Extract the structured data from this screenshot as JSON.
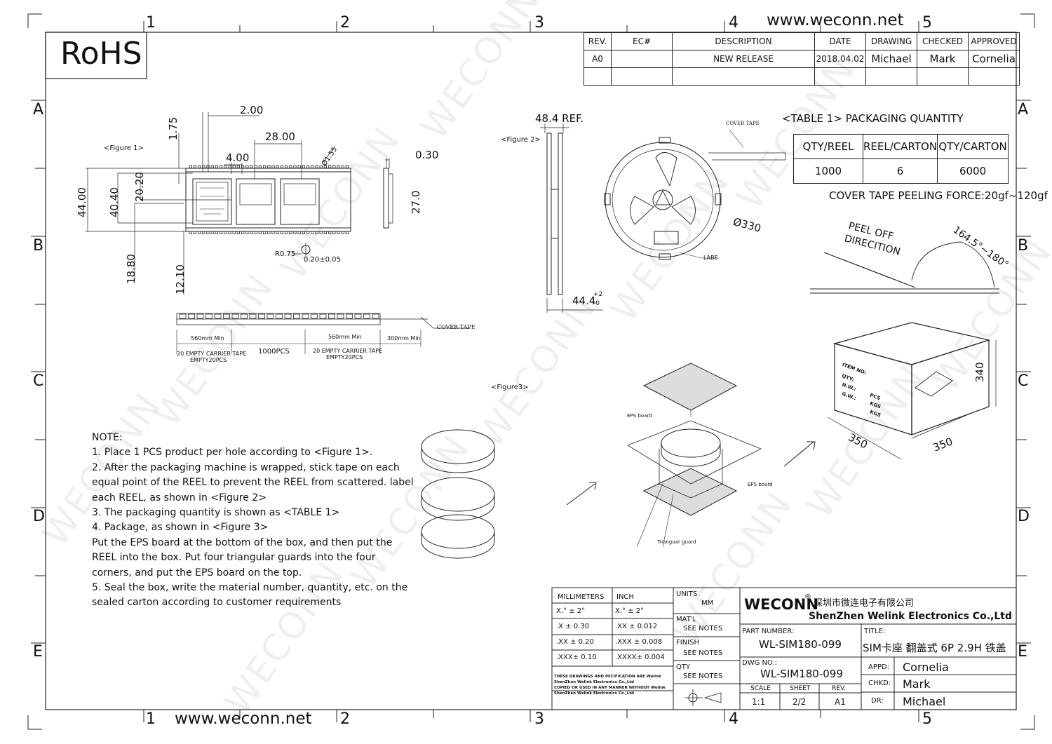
{
  "header": {
    "rohs": "RoHS",
    "website_top": "www.weconn.net",
    "website_bottom": "www.weconn.net",
    "watermark": "WECONN"
  },
  "border": {
    "cols": [
      "1",
      "2",
      "3",
      "4",
      "5"
    ],
    "rows": [
      "A",
      "B",
      "C",
      "D",
      "E"
    ]
  },
  "revision_table": {
    "headers": [
      "REV.",
      "EC#",
      "DESCRIPTION",
      "DATE",
      "DRAWING",
      "CHECKED",
      "APPROVED"
    ],
    "row": [
      "A0",
      "",
      "NEW RELEASE",
      "2018.04.02",
      "Michael",
      "Mark",
      "Cornelia"
    ]
  },
  "figure1": {
    "label": "<Figure 1>",
    "dims": {
      "d200": "2.00",
      "d175": "1.75",
      "d2800": "28.00",
      "d155": "Ø1.55",
      "d400": "4.00",
      "d030": "0.30",
      "d4400": "44.00",
      "d4040": "40.40",
      "d2020": "20.20",
      "d270": "27.0",
      "d1880": "18.80",
      "d1210": "12.10",
      "r075": "R0.75",
      "d020": "0.20±0.05"
    },
    "strip": {
      "cover_tape": "COVER  TAPE",
      "seg1_len": "560mm  Min",
      "seg1_desc1": "20 EMPTY CARRIER TAPE",
      "seg1_desc2": "EMPTY20PCS",
      "seg2_desc": "1000PCS",
      "seg3_len": "560mm  Min",
      "seg3_desc1": "20 EMPTY CARRIER TAPE",
      "seg3_desc2": "EMPTY20PCS",
      "seg4_len": "300mm  Min"
    }
  },
  "figure2": {
    "label": "<Figure 2>",
    "ref": "48.4 REF.",
    "width": "44.4",
    "tol_plus": "+2",
    "tol_minus": "-0",
    "cover_tape": "COVER  TAPE",
    "diameter": "Ø330",
    "labe": "LABE"
  },
  "table1": {
    "title": "<TABLE 1> PACKAGING QUANTITY",
    "headers": [
      "QTY/REEL",
      "REEL/CARTON",
      "QTY/CARTON"
    ],
    "values": [
      "1000",
      "6",
      "6000"
    ],
    "peel_force": "COVER TAPE PEELING FORCE:20gf~120gf",
    "peel_dir1": "PEEL OFF",
    "peel_dir2": "DIRECITION",
    "angle": "164.5°~180°"
  },
  "figure3": {
    "label": "<Figure3>",
    "eps_top": "EPS board",
    "eps_bottom": "EPS board",
    "guard": "Trianguar guard",
    "carton_h": "340",
    "carton_w1": "350",
    "carton_w2": "350",
    "box_labels": [
      "ITEM NO:",
      "QTY:",
      "N.W.:",
      "G.W.:"
    ],
    "box_units": [
      "PCS",
      "KGS",
      "KGS"
    ]
  },
  "notes": {
    "title": "NOTE:",
    "lines": [
      "1. Place 1 PCS product per hole according to <Figure 1>.",
      "2. After the packaging machine is wrapped, stick tape on each",
      "equal point of the REEL to prevent the REEL from scattered. label",
      "each REEL, as shown in <Figure 2>",
      "3. The packaging quantity is shown as <TABLE 1>",
      "4. Package, as shown in <Figure 3>",
      "Put the EPS board at the bottom of the box, and then put the",
      "REEL into the box. Put four triangular guards into the four",
      "corners, and put the EPS board on the top.",
      "5. Seal the box, write the material number, quantity, etc. on the",
      "sealed carton according to customer requirements"
    ]
  },
  "title_block": {
    "tol_head_mm": "MILLIMETERS",
    "tol_head_inch": "INCH",
    "tol_mm": [
      "X.°  ±  2°",
      ".X    ± 0.30",
      ".XX   ± 0.20",
      ".XXX±  0.10"
    ],
    "tol_inch": [
      "X.°  ±  2°",
      ".XX    ± 0.012",
      ".XXX    ± 0.008",
      ".XXXX± 0.004"
    ],
    "disclaimer": [
      "THESE DRAWINGS AND PECIFICATION  ARE Welink",
      "ShenZhen Welink Electronics Co.,Ltd",
      " COPIED OR USED IN ANY MANNER WITHOUT Welink",
      "ShenZhen Welink Electronics Co.,Ltd"
    ],
    "units_label": "UNITS",
    "units_value": "MM",
    "matl_label": "MAT'L",
    "matl_value": "SEE NOTES",
    "finish_label": "FINISH",
    "finish_value": "SEE NOTES",
    "qty_label": "QTY",
    "qty_value": "SEE NOTES",
    "logo": "WECONN",
    "reg": "®",
    "company_cn": "深圳市微连电子有限公司",
    "company_en": "ShenZhen Welink Electronics Co.,Ltd",
    "part_label": "PART NUMBER:",
    "part_value": "WL-SIM180-099",
    "title_label": "TITLE:",
    "title_value": "SIM卡座 翻盖式  6P 2.9H 铁盖",
    "dwg_label": "DWG NO.:",
    "dwg_value": "WL-SIM180-099",
    "scale_label": "SCALE",
    "scale_value": "1:1",
    "sheet_label": "SHEET",
    "sheet_value": "2/2",
    "rev_label": "REV.",
    "rev_value": "A1",
    "appd_label": "APPD:",
    "appd_value": "Cornelia",
    "chkd_label": "CHKD:",
    "chkd_value": "Mark",
    "dr_label": "DR:",
    "dr_value": "Michael"
  }
}
